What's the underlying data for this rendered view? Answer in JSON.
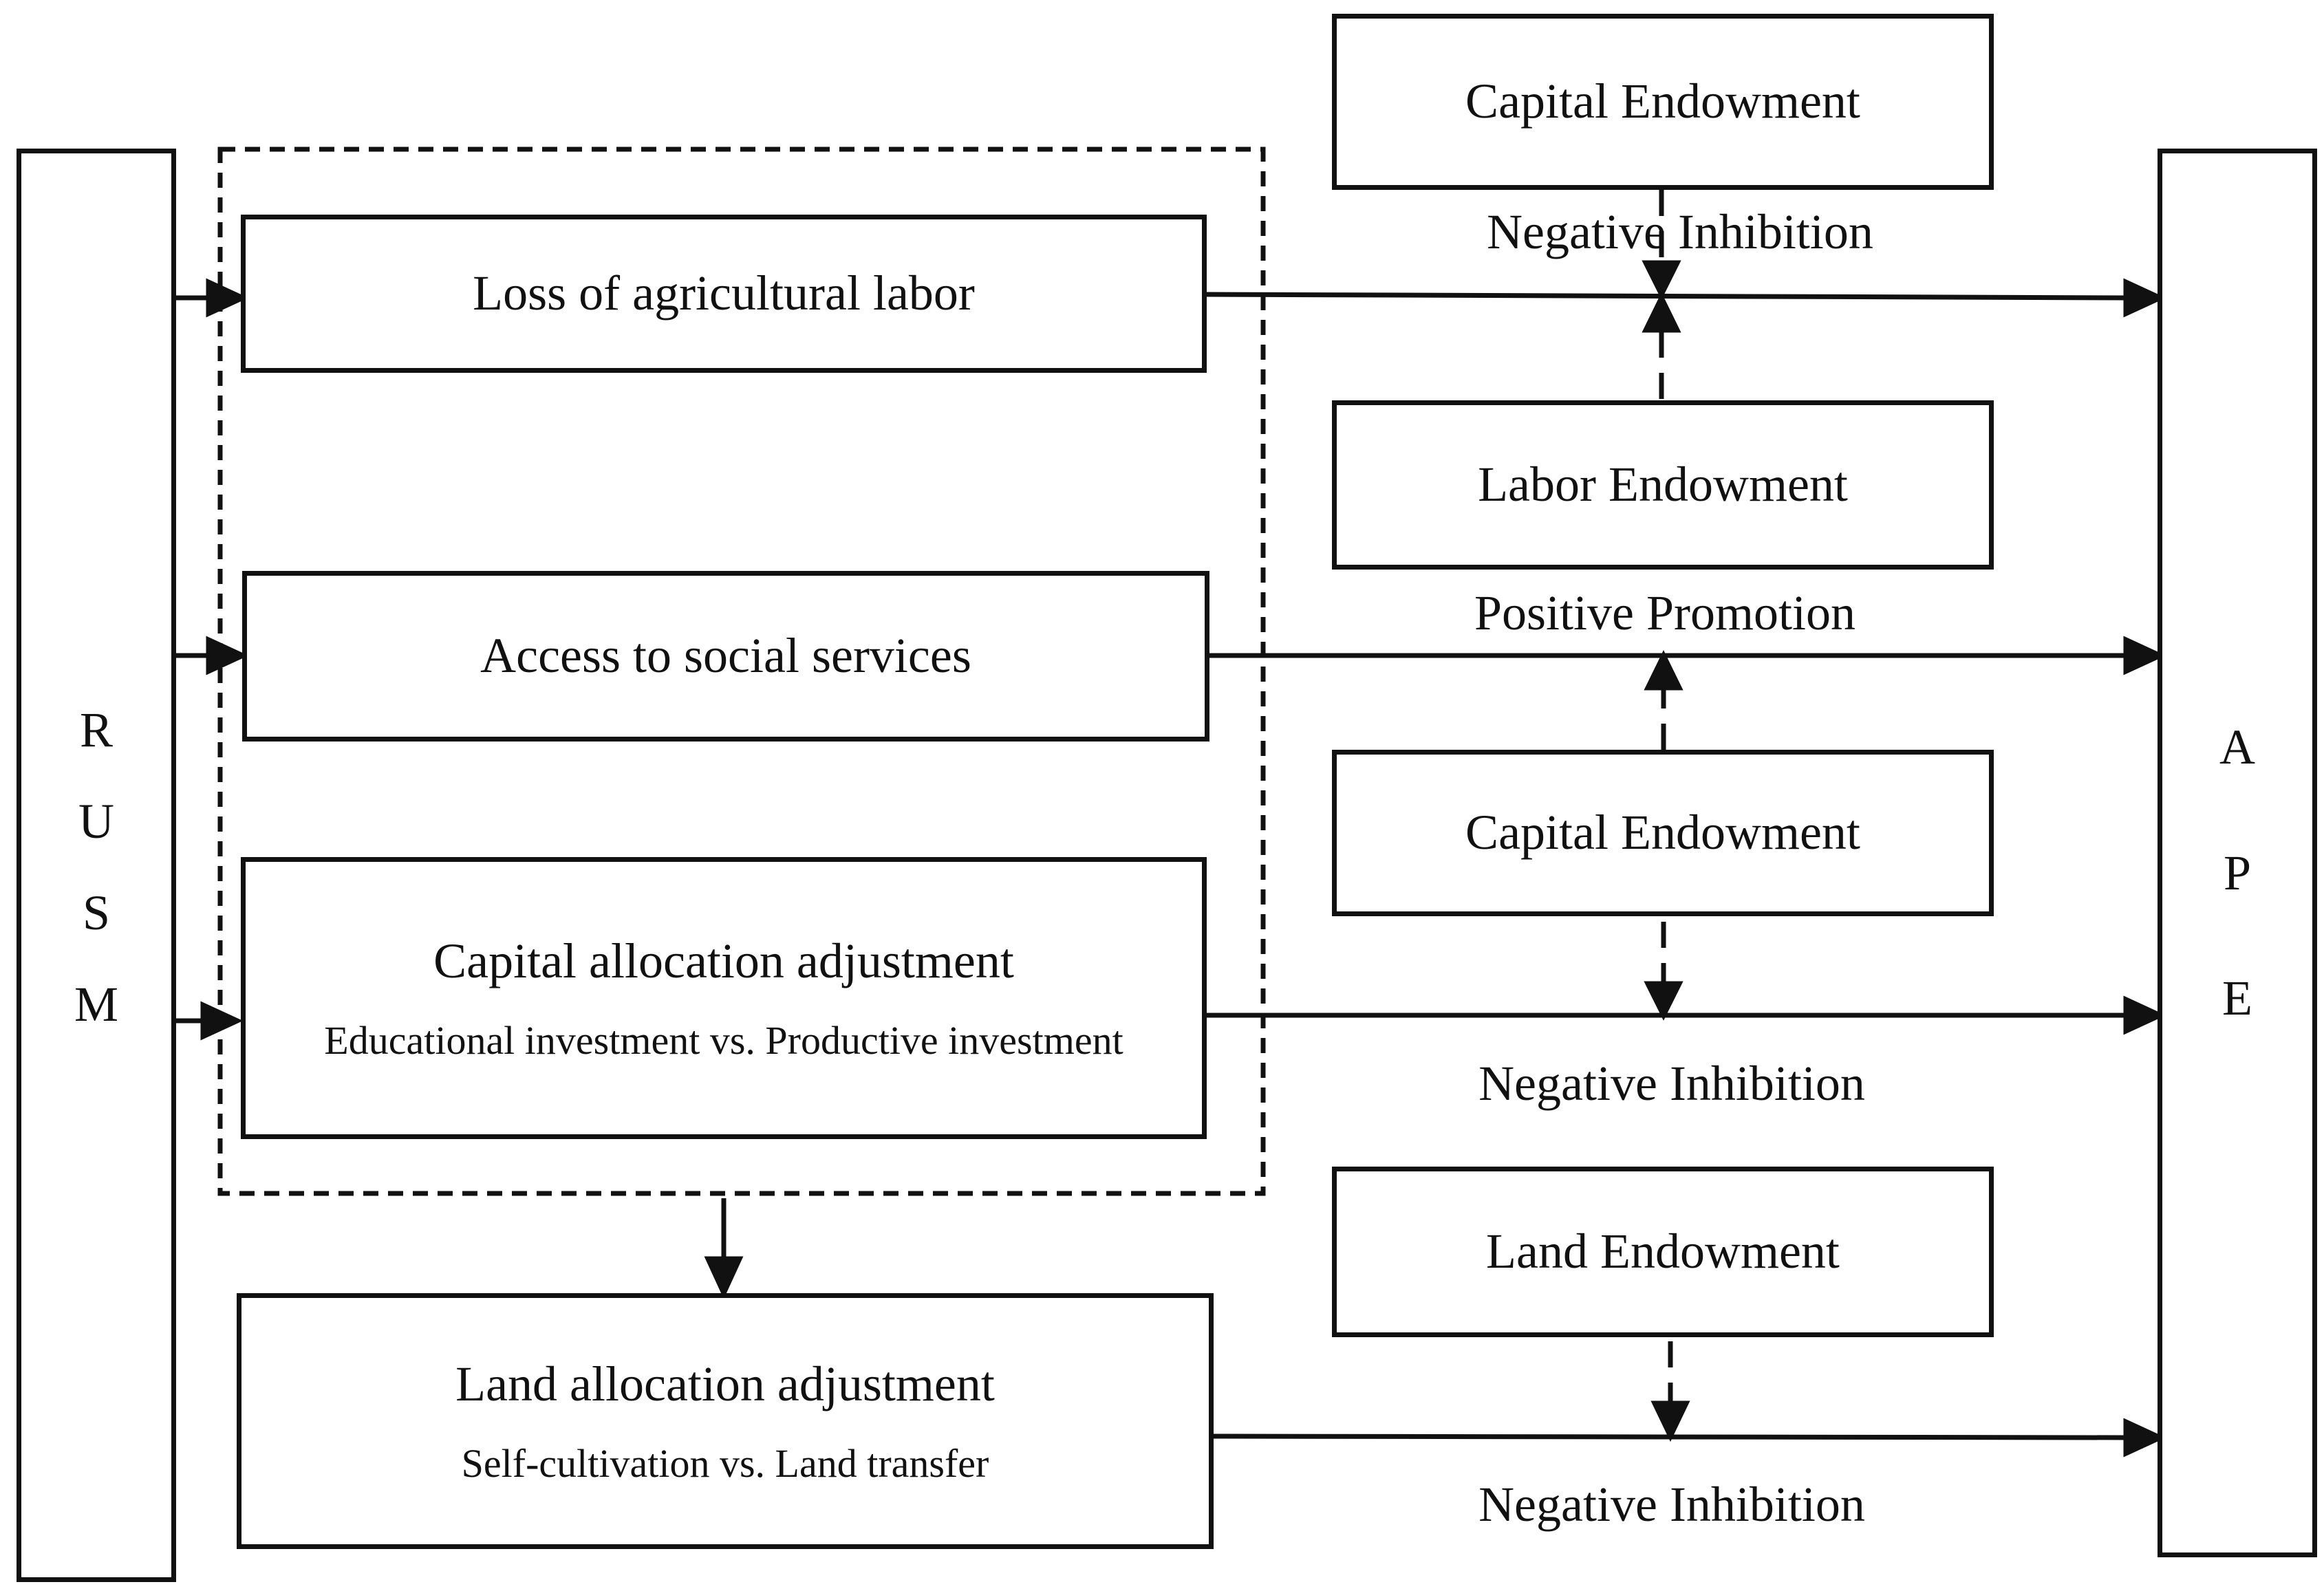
{
  "side_left": {
    "letters": [
      "R",
      "U",
      "S",
      "M"
    ]
  },
  "side_right": {
    "letters": [
      "A",
      "P",
      "E"
    ]
  },
  "mechanisms": {
    "labor": "Loss of agricultural labor",
    "social": "Access to social services",
    "capital": {
      "title": "Capital allocation adjustment",
      "detail": "Educational investment vs. Productive investment"
    }
  },
  "land_box": {
    "title": "Land allocation adjustment",
    "detail": "Self-cultivation vs. Land transfer"
  },
  "endowments": {
    "capital_top": "Capital Endowment",
    "labor": "Labor Endowment",
    "capital_mid": "Capital Endowment",
    "land": "Land Endowment"
  },
  "effects": {
    "e1": "Negative Inhibition",
    "e2": "Positive Promotion",
    "e3": "Negative Inhibition",
    "e4": "Negative Inhibition"
  }
}
